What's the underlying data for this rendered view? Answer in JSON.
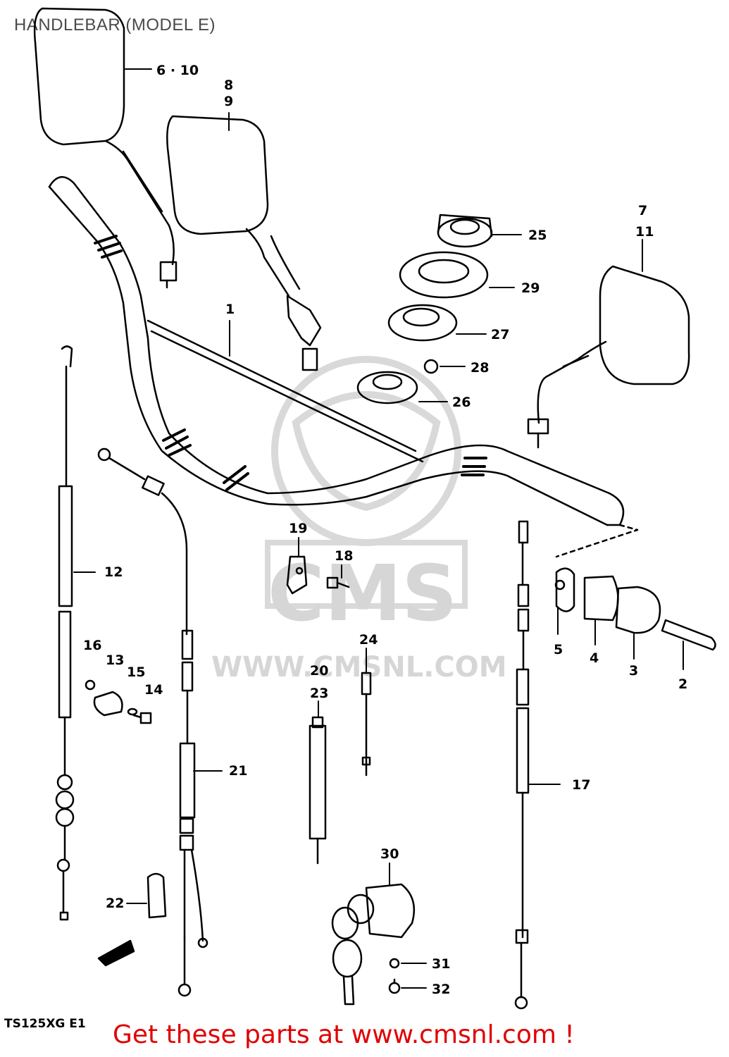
{
  "header": {
    "title": "HANDLEBAR (MODEL E)"
  },
  "watermark": {
    "brand": "CMS",
    "url": "WWW.CMSNL.COM"
  },
  "footer": {
    "model_code": "TS125XG E1",
    "link_text": "Get these parts at www.cmsnl.com !"
  },
  "colors": {
    "link": "#e00000",
    "line": "#000000",
    "watermark": "#d9d9d9"
  },
  "parts": [
    {
      "ref": "1"
    },
    {
      "ref": "2"
    },
    {
      "ref": "3"
    },
    {
      "ref": "4"
    },
    {
      "ref": "5"
    },
    {
      "ref": "6 · 10"
    },
    {
      "ref": "7"
    },
    {
      "ref": "8"
    },
    {
      "ref": "9"
    },
    {
      "ref": "11"
    },
    {
      "ref": "12"
    },
    {
      "ref": "13"
    },
    {
      "ref": "14"
    },
    {
      "ref": "15"
    },
    {
      "ref": "16"
    },
    {
      "ref": "17"
    },
    {
      "ref": "18"
    },
    {
      "ref": "19"
    },
    {
      "ref": "20"
    },
    {
      "ref": "21"
    },
    {
      "ref": "22"
    },
    {
      "ref": "23"
    },
    {
      "ref": "24"
    },
    {
      "ref": "25"
    },
    {
      "ref": "26"
    },
    {
      "ref": "27"
    },
    {
      "ref": "28"
    },
    {
      "ref": "29"
    },
    {
      "ref": "30"
    },
    {
      "ref": "31"
    },
    {
      "ref": "32"
    }
  ]
}
